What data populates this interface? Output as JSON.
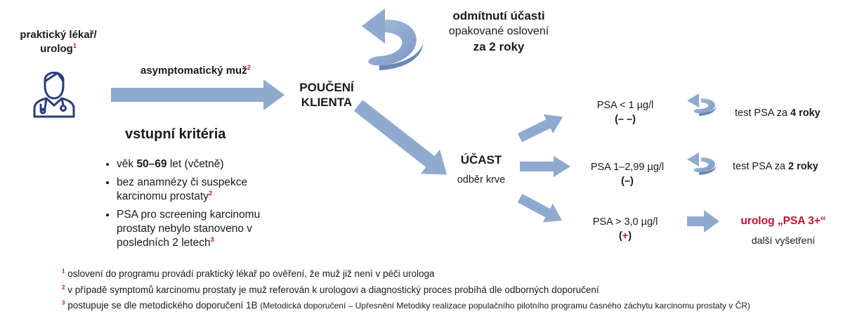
{
  "doctor": {
    "line1": "praktický lékař/",
    "line2": "urolog",
    "ref": "1"
  },
  "input_arrow_label": {
    "text": "asymptomatický muž",
    "ref": "2"
  },
  "entry_criteria": {
    "title": "vstupní kritéria",
    "items": [
      {
        "pre": "věk ",
        "bold": "50–69",
        "post": " let (včetně)",
        "ref": ""
      },
      {
        "pre": "bez anamnézy či suspekce karcinomu prostaty",
        "bold": "",
        "post": "",
        "ref": "2"
      },
      {
        "pre": "PSA pro screening karcinomu prostaty nebylo stanoveno v posledních 2 letech",
        "bold": "",
        "post": "",
        "ref": "3"
      }
    ]
  },
  "education": {
    "line1": "POUČENÍ",
    "line2": "KLIENTA"
  },
  "refusal": {
    "title": "odmítnutí účasti",
    "line2": "opakované oslovení",
    "line3": "za 2 roky"
  },
  "participation": {
    "title": "ÚČAST",
    "subtitle": "odběr krve"
  },
  "results": [
    {
      "label": "PSA < 1 µg/l",
      "sign": "(– –)",
      "sign_color": "#1a1a1a",
      "action_pre": "test PSA za ",
      "action_bold": "4 roky"
    },
    {
      "label": "PSA 1–2,99 µg/l",
      "sign": "(–)",
      "sign_color": "#1a1a1a",
      "action_pre": "test PSA za ",
      "action_bold": "2 roky"
    },
    {
      "label": "PSA > 3,0 µg/l",
      "sign_open": "(",
      "sign_mid": "+",
      "sign_close": ")",
      "sign_color": "#c8102e"
    }
  ],
  "urology": {
    "title": "urolog „PSA 3+“",
    "subtitle": "další vyšetření"
  },
  "footnotes": [
    {
      "num": "1",
      "text": "oslovení do programu provádí praktický lékař po ověření, že muž již není v péči urologa",
      "extra": ""
    },
    {
      "num": "2",
      "text": "v případě symptomů karcinomu prostaty je muž referován k urologovi a diagnostický proces probíhá dle odborných doporučení",
      "extra": ""
    },
    {
      "num": "3",
      "text": "postupuje se dle metodického doporučení 1B ",
      "extra": "(Metodická doporučení – Upřesnění Metodiky realizace populačního pilotního programu časného záchytu karcinomu prostaty v ČR)"
    }
  ],
  "colors": {
    "arrow": "#8faacf",
    "arrow_dark": "#6b87b3",
    "icon": "#2a3d7a",
    "accent": "#c8102e"
  },
  "icons": {
    "doctor": "doctor-icon"
  }
}
